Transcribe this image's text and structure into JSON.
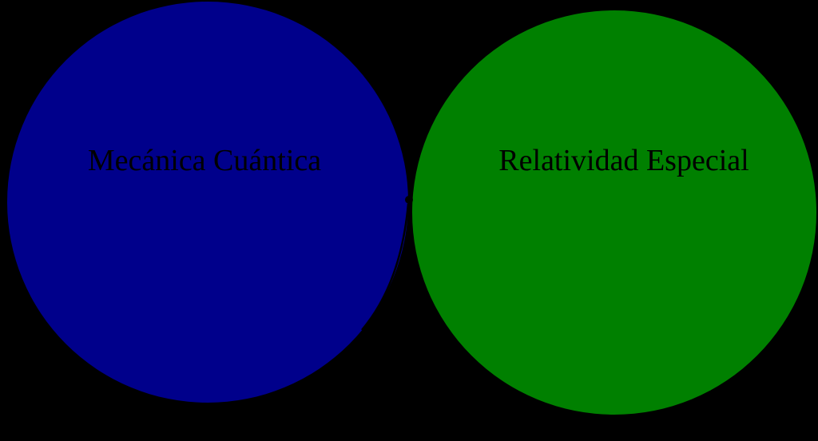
{
  "diagram": {
    "type": "venn",
    "background_color": "#000000",
    "sets": {
      "left": {
        "label": "Mecánica Cuántica",
        "color": "#00008b"
      },
      "right": {
        "label": "Relatividad Especial",
        "color": "#008000"
      }
    },
    "annotation": {
      "tangent_point_color": "#000000",
      "curve_color": "#000000"
    }
  }
}
